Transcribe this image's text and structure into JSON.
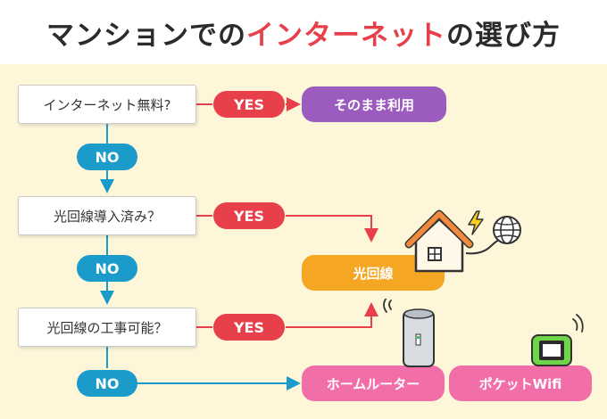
{
  "title": {
    "part1": "マンションでの",
    "accent": "インターネット",
    "part2": "の選び方"
  },
  "questions": [
    "インターネット無料?",
    "光回線導入済み？",
    "光回線の工事可能？"
  ],
  "yes_label": "YES",
  "no_label": "NO",
  "results": {
    "as_is": "そのまま利用",
    "fiber": "光回線",
    "home_router": "ホームルーター",
    "pocket_wifi": "ポケットWifi"
  },
  "colors": {
    "yes": "#e8404a",
    "no": "#1a9bc9",
    "purple": "#9b5bbf",
    "orange": "#f5a623",
    "pink": "#f26ea8",
    "background": "#fdf6d9"
  }
}
